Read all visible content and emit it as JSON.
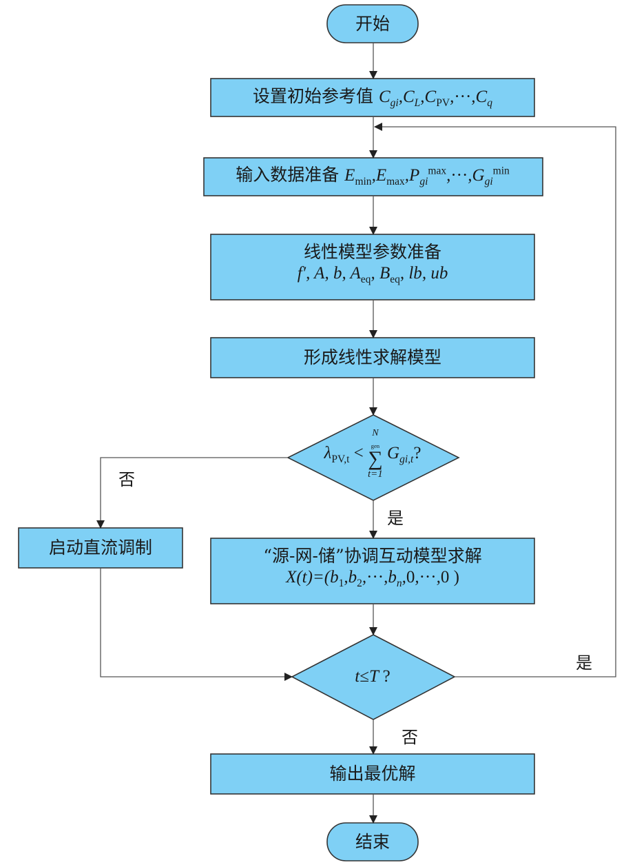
{
  "nodes": {
    "start": {
      "text": "开始"
    },
    "init": {
      "text": "设置初始参考值",
      "math_parts": [
        "C",
        "gi",
        "C",
        "L",
        "C",
        "PV",
        "···",
        "C",
        "q"
      ]
    },
    "input": {
      "text": "输入数据准备",
      "math_parts": [
        "E",
        "min",
        "E",
        "max",
        "P",
        "gi",
        "max",
        "···",
        "G",
        "gi",
        "min"
      ]
    },
    "linear_params": {
      "line1": "线性模型参数准备",
      "math_parts": [
        "f′",
        "A",
        "b",
        "A",
        "eq",
        "B",
        "eq",
        "lb",
        "ub"
      ]
    },
    "form_model": {
      "text": "形成线性求解模型"
    },
    "decision1": {
      "math_parts": [
        "λ",
        "PV,t",
        "<",
        "N",
        "gen",
        "∑",
        "t=1",
        "G",
        "gi,t",
        "?"
      ]
    },
    "dc_mod": {
      "text": "启动直流调制"
    },
    "solve": {
      "line1": "“源-网-储”协调互动模型求解",
      "math_parts": [
        "X(t)=(b",
        "1",
        "b",
        "2",
        "···",
        "b",
        "n",
        "0",
        "···",
        "0 )"
      ]
    },
    "decision2": {
      "math_parts": [
        "t",
        "≤",
        "T",
        "?"
      ]
    },
    "output": {
      "text": "输出最优解"
    },
    "end": {
      "text": "结束"
    }
  },
  "edges": {
    "d1_no": "否",
    "d1_yes": "是",
    "d2_yes": "是",
    "d2_no": "否"
  },
  "colors": {
    "fill": "#7fd0f5",
    "stroke": "#333333",
    "line": "#555555"
  }
}
